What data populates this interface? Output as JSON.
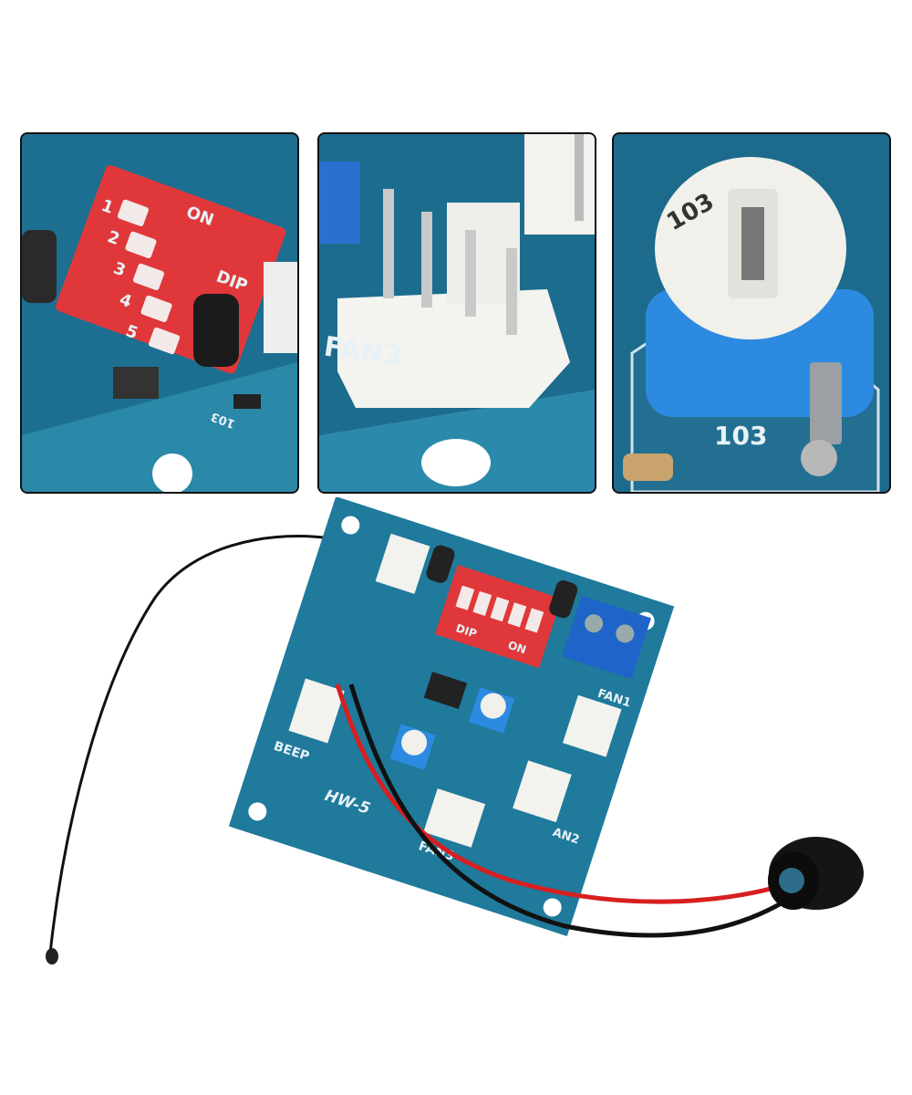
{
  "panels": [
    {
      "dip_on": "ON",
      "dip_label": "DIP",
      "dip_numbers": [
        "1",
        "2",
        "3",
        "4",
        "5"
      ],
      "resistor_code": "103"
    },
    {
      "connector_label": "FAN3"
    },
    {
      "pot_code": "103",
      "board_code": "103"
    }
  ],
  "board": {
    "beep_label": "BEEP",
    "fan3_label": "FAN3",
    "fan2_label": "AN2",
    "fan1_label": "FAN1",
    "model_label": "HW-5",
    "dip_label": "DIP",
    "dip_on": "ON"
  },
  "colors": {
    "pcb": "#1f7a9c",
    "dip_switch": "#e0383a",
    "terminal": "#1f64c8",
    "connector": "#f2f2ee",
    "wire_red": "#d81f1f",
    "wire_black": "#111111"
  }
}
